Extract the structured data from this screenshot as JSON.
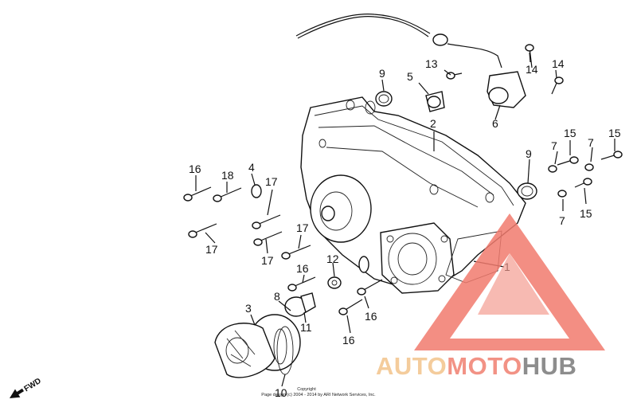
{
  "callouts": [
    {
      "id": "c1",
      "text": "1"
    },
    {
      "id": "c2",
      "text": "2"
    },
    {
      "id": "c3",
      "text": "3"
    },
    {
      "id": "c4",
      "text": "4"
    },
    {
      "id": "c5",
      "text": "5"
    },
    {
      "id": "c6",
      "text": "6"
    },
    {
      "id": "c7a",
      "text": "7"
    },
    {
      "id": "c7b",
      "text": "7"
    },
    {
      "id": "c7c",
      "text": "7"
    },
    {
      "id": "c8",
      "text": "8"
    },
    {
      "id": "c9a",
      "text": "9"
    },
    {
      "id": "c9b",
      "text": "9"
    },
    {
      "id": "c10",
      "text": "10"
    },
    {
      "id": "c11",
      "text": "11"
    },
    {
      "id": "c12",
      "text": "12"
    },
    {
      "id": "c13",
      "text": "13"
    },
    {
      "id": "c14a",
      "text": "14"
    },
    {
      "id": "c14b",
      "text": "14"
    },
    {
      "id": "c15a",
      "text": "15"
    },
    {
      "id": "c15b",
      "text": "15"
    },
    {
      "id": "c15c",
      "text": "15"
    },
    {
      "id": "c16a",
      "text": "16"
    },
    {
      "id": "c16b",
      "text": "16"
    },
    {
      "id": "c16c",
      "text": "16"
    },
    {
      "id": "c16d",
      "text": "16"
    },
    {
      "id": "c17a",
      "text": "17"
    },
    {
      "id": "c17b",
      "text": "17"
    },
    {
      "id": "c17c",
      "text": "17"
    },
    {
      "id": "c17d",
      "text": "17"
    },
    {
      "id": "c18",
      "text": "18"
    }
  ],
  "direction_marker": "FWD",
  "copyright": {
    "line1": "Copyright",
    "line2": "Page design (c) 2004 - 2014 by ARI Network Services, Inc."
  },
  "watermark": {
    "part1": "AUTO",
    "part2": "MOTO",
    "part3": "HUB",
    "colors": {
      "auto": "#f3c48b",
      "moto": "#f08070",
      "hub": "#7a7a7a",
      "logo": "#f27b6e"
    }
  }
}
